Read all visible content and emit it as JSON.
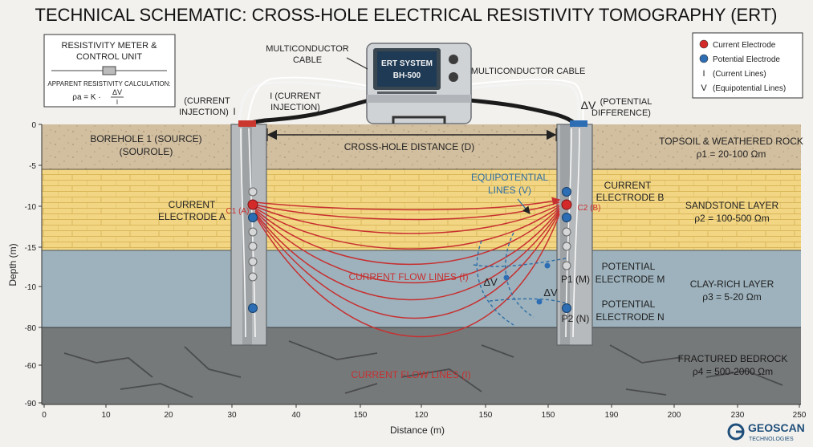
{
  "title": "TECHNICAL SCHEMATIC: CROSS-HOLE ELECTRICAL RESISTIVITY TOMOGRAPHY (ERT)",
  "meter_box": {
    "title_line1": "RESISTIVITY METER &",
    "title_line2": "CONTROL UNIT",
    "calc_label": "APPARENT RESISTIVITY CALCULATION:",
    "formula_lhs": "ρa = K ·",
    "formula_num": "ΔV",
    "formula_den": "I"
  },
  "device": {
    "screen_line1": "ERT SYSTEM",
    "screen_line2": "BH-500"
  },
  "cables": {
    "left_line1": "MULTICONDUCTOR",
    "left_line2": "CABLE",
    "right": "MULTICONDUCTOR CABLE"
  },
  "injection": {
    "a_line1": "(CURRENT",
    "a_line2": "INJECTION)",
    "a_symbol": "I",
    "b_line1": "I (CURRENT",
    "b_line2": "INJECTION)"
  },
  "potential_diff": {
    "symbol": "ΔV",
    "line1": "(POTENTIAL",
    "line2": "DIFFERENCE)"
  },
  "legend": [
    {
      "symbol": "",
      "label": "Current Electrode",
      "color": "#d42a2a"
    },
    {
      "symbol": "",
      "label": "Potential Electrode",
      "color": "#2c6db4"
    },
    {
      "symbol": "I",
      "label": "(Current Lines)"
    },
    {
      "symbol": "V",
      "label": "(Equipotential Lines)"
    }
  ],
  "borehole1": {
    "line1": "BOREHOLE 1 (SOURCE)",
    "line2": "(SOUROLE)"
  },
  "cross_hole": "CROSS-HOLE DISTANCE (D)",
  "equipotential": {
    "line1": "EQUIPOTENTIAL",
    "line2": "LINES (V)"
  },
  "labels": {
    "current_a_line1": "CURRENT",
    "current_a_line2": "ELECTRODE A",
    "current_b_line1": "CURRENT",
    "current_b_line2": "ELECTRODE B",
    "c1": "C1 (A)",
    "c2": "C2 (B)",
    "potential_m_line1": "POTENTIAL",
    "potential_m_line2": "ELECTRODE M",
    "potential_n_line1": "POTENTIAL",
    "potential_n_line2": "ELECTRODE N",
    "p1": "P1 (M)",
    "p2": "P2 (N)",
    "dv1": "ΔV",
    "dv2": "ΔV",
    "flow1": "CURRENT FLOW LINES (I)",
    "flow2": "CURRENT FLOW LINES (I)"
  },
  "layers": [
    {
      "name": "TOPSOIL & WEATHERED ROCK",
      "rho": "ρ1 = 20-100 Ωm",
      "color": "#d2bfa0"
    },
    {
      "name": "SANDSTONE LAYER",
      "rho": "ρ2 = 100-500 Ωm",
      "color": "#f3d684"
    },
    {
      "name": "CLAY-RICH LAYER",
      "rho": "ρ3 = 5-20 Ωm",
      "color": "#9db2bd"
    },
    {
      "name": "FRACTURED BEDROCK",
      "rho": "ρ4 = 500-2000 Ωm",
      "color": "#76797a"
    }
  ],
  "axes": {
    "ylabel": "Depth (m)",
    "xlabel": "Distance (m)",
    "y_ticks": [
      "0",
      "-5",
      "-10",
      "-15",
      "-10",
      "-80",
      "-60",
      "-90"
    ],
    "x_ticks": [
      "0",
      "10",
      "20",
      "30",
      "40",
      "150",
      "120",
      "150",
      "150",
      "190",
      "200",
      "230",
      "250"
    ]
  },
  "logo": {
    "line1": "GEOSCAN",
    "line2": "TECHNOLOGIES"
  }
}
